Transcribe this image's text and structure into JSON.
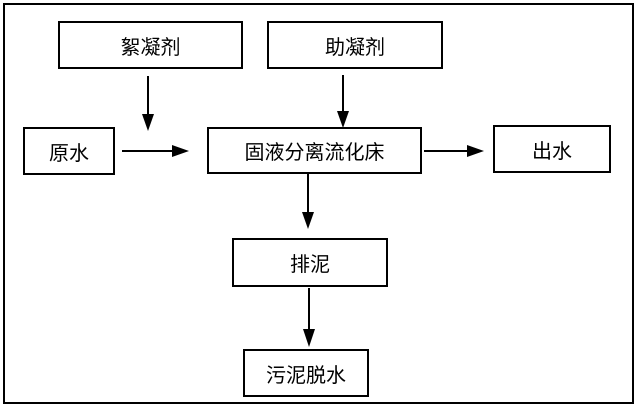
{
  "diagram": {
    "type": "process-flowchart",
    "nodes": {
      "flocculant": {
        "label": "絮凝剂"
      },
      "coagulant_aid": {
        "label": "助凝剂"
      },
      "raw_water": {
        "label": "原水"
      },
      "fluidized_bed": {
        "label": "固液分离流化床"
      },
      "effluent": {
        "label": "出水"
      },
      "sludge_discharge": {
        "label": "排泥"
      },
      "sludge_dewatering": {
        "label": "污泥脱水"
      }
    },
    "edges": [
      {
        "from": "flocculant",
        "to": "raw_water_feed_line"
      },
      {
        "from": "coagulant_aid",
        "to": "fluidized_bed"
      },
      {
        "from": "raw_water",
        "to": "fluidized_bed"
      },
      {
        "from": "fluidized_bed",
        "to": "effluent"
      },
      {
        "from": "fluidized_bed",
        "to": "sludge_discharge"
      },
      {
        "from": "sludge_discharge",
        "to": "sludge_dewatering"
      }
    ],
    "colors": {
      "line": "#000000",
      "background": "#ffffff"
    }
  }
}
